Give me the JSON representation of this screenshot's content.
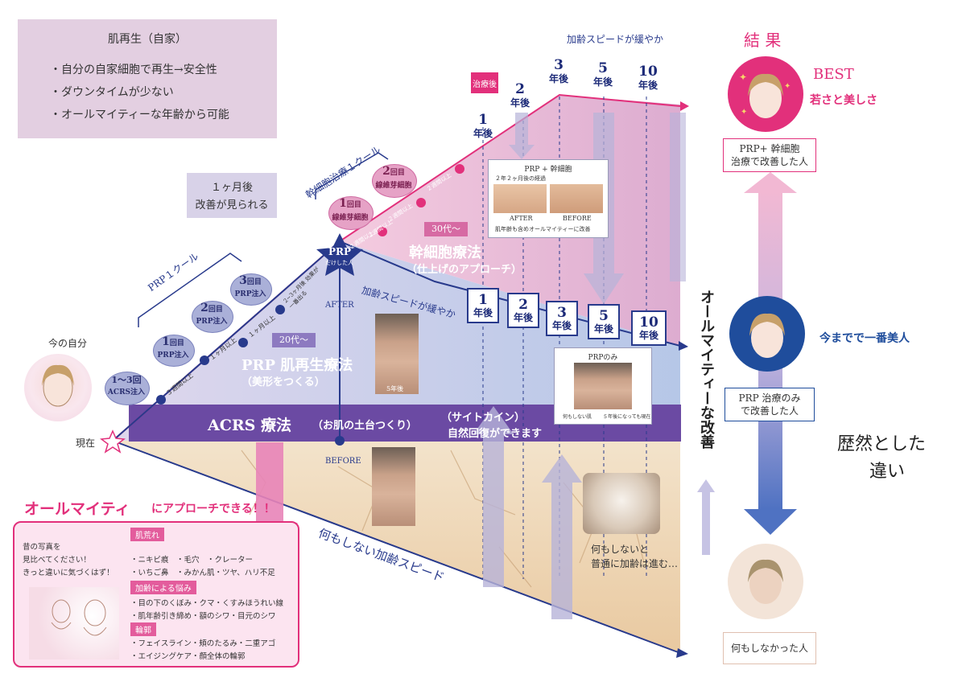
{
  "info_box": {
    "title": "肌再生（自家）",
    "items": [
      "・自分の自家細胞で再生→安全性",
      "・ダウンタイムが少ない",
      "・オールマイティーな年齢から可能"
    ]
  },
  "start": {
    "label": "現在",
    "current_self": "今の自分"
  },
  "acrs_bubble": {
    "count": "1〜3回",
    "name": "ACRS注入"
  },
  "prp_cycle_label": "PRP１クール",
  "prp_sessions": [
    {
      "num": "1",
      "unit": "回目",
      "name": "PRP注入"
    },
    {
      "num": "2",
      "unit": "回目",
      "name": "PRP注入"
    },
    {
      "num": "3",
      "unit": "回目",
      "name": "PRP注入"
    }
  ],
  "prp_intervals": [
    "３週間以上",
    "１ヶ月以上",
    "１ヶ月以上",
    "2~3ヶ月後 効果が一番出る"
  ],
  "stem_cycle_label": "幹細胞治療１クール",
  "stem_sessions": [
    {
      "num": "1",
      "unit": "回目",
      "name": "線維芽細胞"
    },
    {
      "num": "2",
      "unit": "回目",
      "name": "線維芽細胞"
    }
  ],
  "stem_intervals": [
    "２週間以上",
    "２週間以上",
    "２週間以上",
    "２週間以上"
  ],
  "one_month_note": {
    "line1": "１ヶ月後",
    "line2": "改善が見られる"
  },
  "prp_star": {
    "label": "PRP",
    "sub": "だけした人"
  },
  "after_label": "AFTER",
  "before_label": "BEFORE",
  "five_years_label": "5年後",
  "prp_therapy": {
    "tag": "20代〜",
    "name": "PRP 肌再生療法",
    "sub": "（美形をつくる）"
  },
  "stem_therapy": {
    "tag": "30代〜",
    "name": "幹細胞療法",
    "sub": "（仕上げのアプローチ）"
  },
  "acrs_band": {
    "name": "ACRS 療法",
    "sub": "（お肌の土台つくり）",
    "cytokine": "（サイトカイン）",
    "note": "自然回復ができます"
  },
  "post_treatment_badge": "治療後",
  "aging_slow_top": "加齢スピードが緩やか",
  "aging_slow_mid": "加齢スピードが緩やか",
  "top_years": [
    {
      "n": "1",
      "u": "年後"
    },
    {
      "n": "2",
      "u": "年後"
    },
    {
      "n": "3",
      "u": "年後"
    },
    {
      "n": "5",
      "u": "年後"
    },
    {
      "n": "10",
      "u": "年後"
    }
  ],
  "mid_years": [
    {
      "n": "1",
      "u": "年後"
    },
    {
      "n": "2",
      "u": "年後"
    },
    {
      "n": "3",
      "u": "年後"
    },
    {
      "n": "5",
      "u": "年後"
    },
    {
      "n": "10",
      "u": "年後"
    }
  ],
  "stem_card": {
    "title": "PRP + 幹細胞",
    "subtitle": "２年２ヶ月後の経過",
    "after": "AFTER",
    "before": "BEFORE",
    "caption": "肌年齢も含めオールマイティーに改善"
  },
  "prp_card": {
    "title": "PRPのみ",
    "left_caption": "何もしない肌",
    "right_caption": "５年後になっても現在"
  },
  "nothing_line_label": "何もしない加齢スピード",
  "nothing_note": {
    "line1": "何もしないと",
    "line2": "普通に加齢は進む…"
  },
  "allround_vertical": "オールマイティーな改善",
  "result": {
    "title": "結 果",
    "best_label": "BEST",
    "best_sub": "若さと美しさ",
    "best_box": {
      "line1": "PRP+ 幹細胞",
      "line2": "治療で改善した人"
    },
    "mid_label": "今までで一番美人",
    "mid_box": {
      "line1": "PRP 治療のみ",
      "line2": "で改善した人"
    },
    "bottom_box": "何もしなかった人",
    "difference": {
      "line1": "歴然とした",
      "line2": "違い"
    }
  },
  "allmighty": {
    "title_main": "オールマイティ",
    "title_rest": "にアプローチできる！！",
    "left_text": [
      "昔の写真を",
      "見比べてください！",
      "きっと違いに気づくはず！"
    ],
    "categories": [
      {
        "name": "肌荒れ",
        "lines": [
          "・ニキビ痕　・毛穴　・クレーター",
          "・いちご鼻　・みかん肌・ツヤ、ハリ不足"
        ]
      },
      {
        "name": "加齢による悩み",
        "lines": [
          "・目の下のくぼみ・クマ・くすみほうれい線",
          "・肌年齢引き締め・額のシワ・目元のシワ"
        ]
      },
      {
        "name": "輪郭",
        "lines": [
          "・フェイスライン・頬のたるみ・二重アゴ",
          "・エイジングケア・顔全体の輪郭"
        ]
      }
    ]
  },
  "colors": {
    "pink": "#e2307b",
    "navy": "#283a8c",
    "purple_band": "#6b4aa3",
    "lavender": "#e3cfe1"
  }
}
